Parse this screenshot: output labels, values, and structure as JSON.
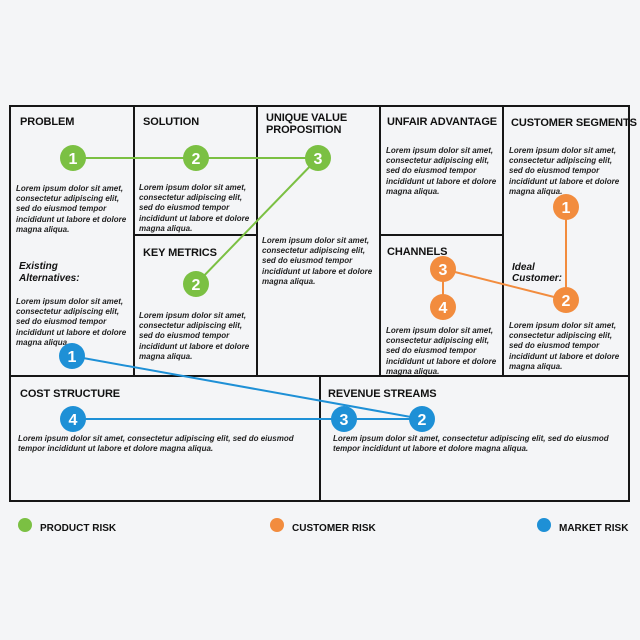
{
  "colors": {
    "product": "#7bc043",
    "customer": "#f28c3e",
    "market": "#1e90d6",
    "border": "#161616",
    "background": "#f4f5f7"
  },
  "blocks": {
    "problem": {
      "title": "PROBLEM",
      "text": "Lorem ipsum dolor sit amet, consectetur adipiscing elit, sed do eiusmod tempor incididunt ut labore et dolore magna aliqua.",
      "subtitle": "Existing Alternatives:",
      "text2": "Lorem ipsum dolor sit amet, consectetur adipiscing elit, sed do eiusmod tempor incididunt ut labore et dolore magna aliqua."
    },
    "solution": {
      "title": "SOLUTION",
      "text": "Lorem ipsum dolor sit amet, consectetur adipiscing elit, sed do eiusmod tempor incididunt ut labore et dolore magna aliqua."
    },
    "key_metrics": {
      "title": "KEY METRICS",
      "text": "Lorem ipsum dolor sit amet, consectetur adipiscing elit, sed do eiusmod tempor incididunt ut labore et dolore magna aliqua."
    },
    "uvp": {
      "title_line1": "UNIQUE VALUE",
      "title_line2": "PROPOSITION",
      "text": "Lorem ipsum dolor sit amet, consectetur adipiscing elit, sed do eiusmod tempor incididunt ut labore et dolore magna aliqua."
    },
    "unfair_advantage": {
      "title": "UNFAIR ADVANTAGE",
      "text": "Lorem ipsum dolor sit amet, consectetur adipiscing elit, sed do eiusmod tempor incididunt ut labore et dolore magna aliqua."
    },
    "channels": {
      "title": "CHANNELS",
      "text": "Lorem ipsum dolor sit amet, consectetur adipiscing elit, sed do eiusmod tempor incididunt ut labore et dolore magna aliqua."
    },
    "customer_segments": {
      "title": "CUSTOMER SEGMENTS",
      "text": "Lorem ipsum dolor sit amet, consectetur adipiscing elit, sed do eiusmod tempor incididunt ut labore et dolore magna aliqua.",
      "subtitle_line1": "Ideal",
      "subtitle_line2": "Customer:",
      "text2": "Lorem ipsum dolor sit amet, consectetur adipiscing elit, sed do eiusmod tempor incididunt ut labore et dolore magna aliqua."
    },
    "cost_structure": {
      "title": "COST STRUCTURE",
      "text": "Lorem ipsum dolor sit amet, consectetur adipiscing elit, sed do eiusmod tempor incididunt ut labore et dolore magna aliqua."
    },
    "revenue_streams": {
      "title": "REVENUE STREAMS",
      "text": "Lorem ipsum dolor sit amet, consectetur adipiscing elit, sed do eiusmod tempor incididunt ut labore et dolore magna aliqua."
    }
  },
  "markers": {
    "product": [
      "1",
      "2",
      "3",
      "2"
    ],
    "customer": [
      "1",
      "2",
      "3",
      "4"
    ],
    "market": [
      "1",
      "2",
      "3",
      "4"
    ]
  },
  "legend": {
    "product": "PRODUCT RISK",
    "customer": "CUSTOMER RISK",
    "market": "MARKET RISK"
  }
}
